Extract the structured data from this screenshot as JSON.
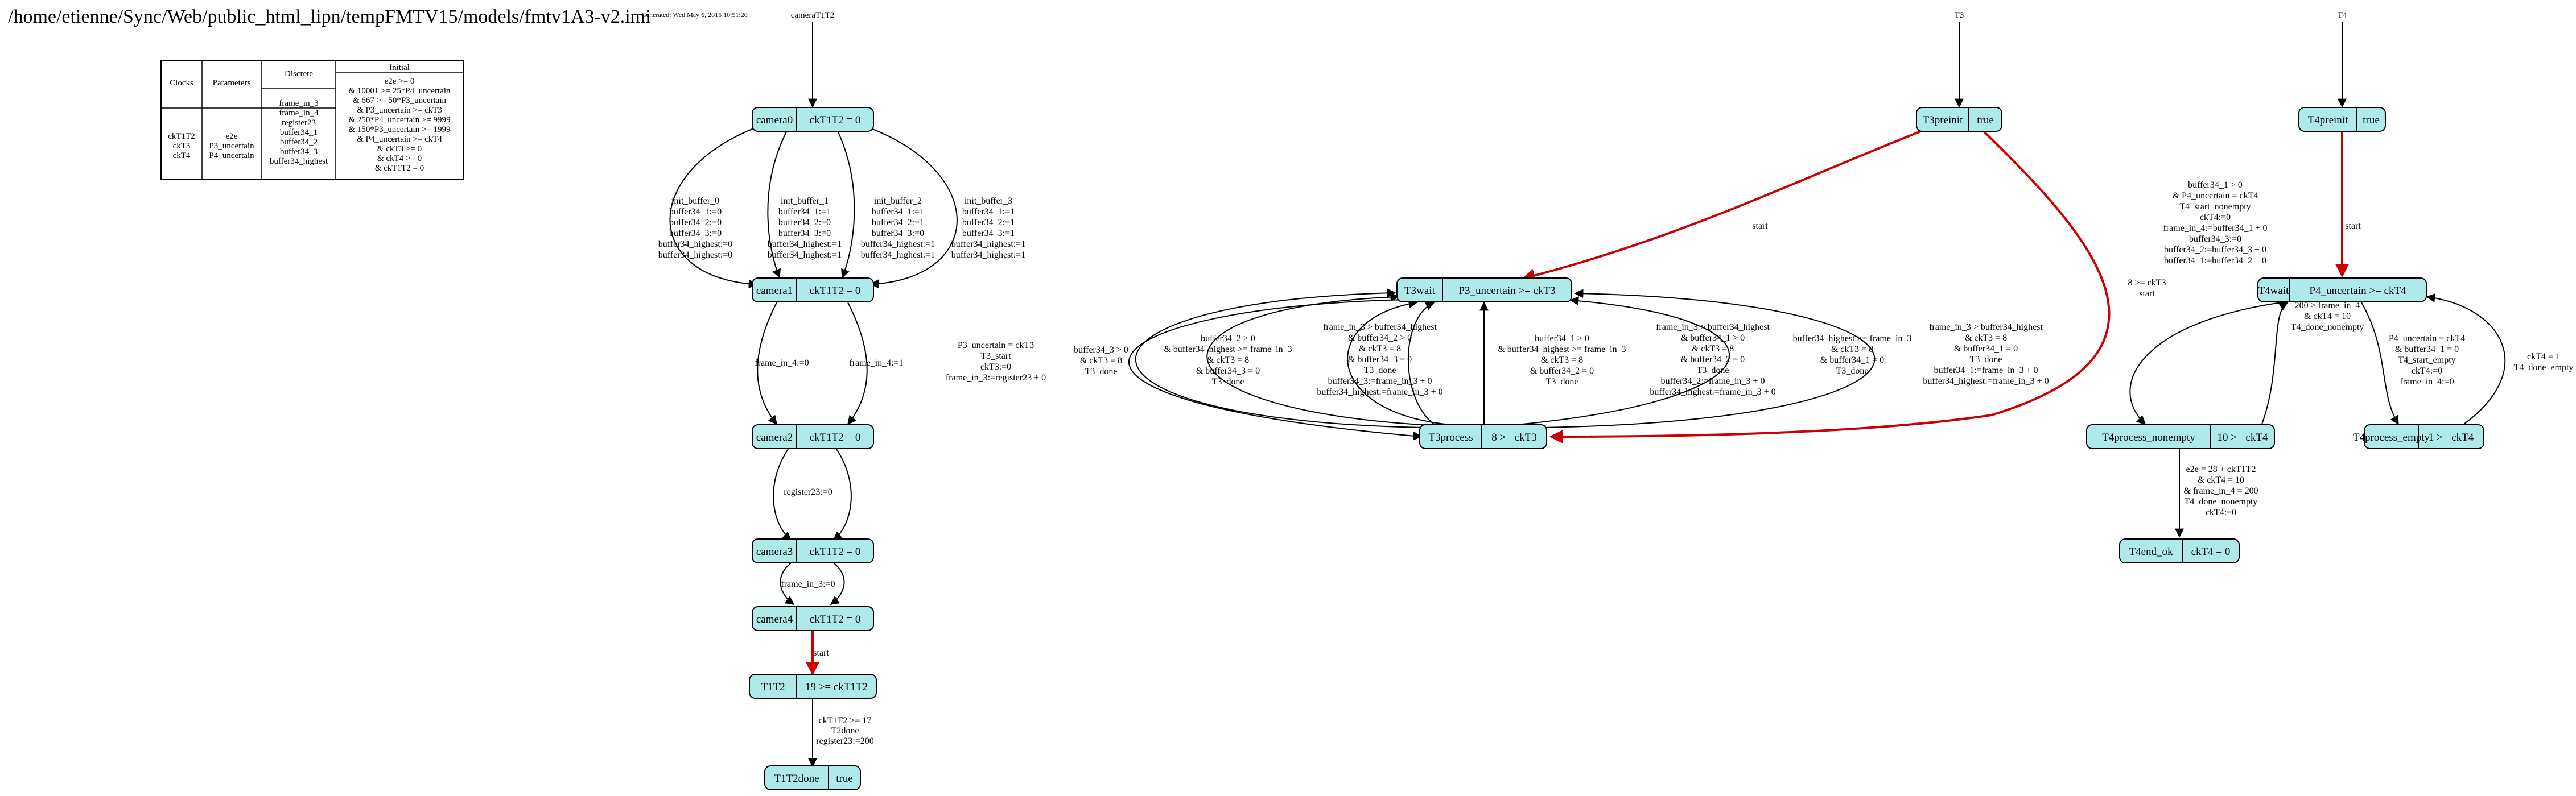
{
  "header": {
    "path": "/home/etienne/Sync/Web/public_html_lipn/tempFMTV15/models/fmtv1A3-v2.imi",
    "generated": "Generated: Wed May 6, 2015 10:51:20"
  },
  "vars_table": {
    "headers": [
      "Clocks",
      "Parameters",
      "Discrete",
      "Initial"
    ],
    "clocks": [
      "ckT1T2",
      "ckT3",
      "ckT4"
    ],
    "parameters": [
      "e2e",
      "P3_uncertain",
      "P4_uncertain"
    ],
    "discrete": [
      "frame_in_3",
      "frame_in_4",
      "register23",
      "buffer34_1",
      "buffer34_2",
      "buffer34_3",
      "buffer34_highest"
    ],
    "initial": [
      "e2e >= 0",
      "& 10001 >= 25*P4_uncertain",
      "& 667 >= 50*P3_uncertain",
      "& P3_uncertain >= ckT3",
      "& 250*P4_uncertain >= 9999",
      "& 150*P3_uncertain >= 1999",
      "& P4_uncertain >= ckT4",
      "& ckT3 >= 0",
      "& ckT4 >= 0",
      "& ckT1T2 = 0"
    ]
  },
  "automata": {
    "cameraT1T2": "cameraT1T2",
    "T3": "T3",
    "T4": "T4"
  },
  "locations": {
    "camera0": {
      "name": "camera0",
      "inv": "ckT1T2 = 0"
    },
    "camera1": {
      "name": "camera1",
      "inv": "ckT1T2 = 0"
    },
    "camera2": {
      "name": "camera2",
      "inv": "ckT1T2 = 0"
    },
    "camera3": {
      "name": "camera3",
      "inv": "ckT1T2 = 0"
    },
    "camera4": {
      "name": "camera4",
      "inv": "ckT1T2 = 0"
    },
    "T1T2": {
      "name": "T1T2",
      "inv": "19 >= ckT1T2"
    },
    "T1T2done": {
      "name": "T1T2done",
      "inv": "true"
    },
    "T3preinit": {
      "name": "T3preinit",
      "inv": "true"
    },
    "T3wait": {
      "name": "T3wait",
      "inv": "P3_uncertain >= ckT3"
    },
    "T3process": {
      "name": "T3process",
      "inv": "8 >= ckT3"
    },
    "T4preinit": {
      "name": "T4preinit",
      "inv": "true"
    },
    "T4wait": {
      "name": "T4wait",
      "inv": "P4_uncertain >= ckT4"
    },
    "T4process_nonempty": {
      "name": "T4process_nonempty",
      "inv": "10 >= ckT4"
    },
    "T4process_empty": {
      "name": "T4process_empty",
      "inv": "1 >= ckT4"
    },
    "T4end_ok": {
      "name": "T4end_ok",
      "inv": "ckT4 = 0"
    }
  },
  "edges": {
    "c0c1_a": [
      "init_buffer_0",
      "buffer34_1:=0",
      "buffer34_2:=0",
      "buffer34_3:=0",
      "buffer34_highest:=0",
      "buffer34_highest:=0"
    ],
    "c0c1_b": [
      "init_buffer_1",
      "buffer34_1:=1",
      "buffer34_2:=0",
      "buffer34_3:=0",
      "buffer34_highest:=1",
      "buffer34_highest:=1"
    ],
    "c0c1_c": [
      "init_buffer_2",
      "buffer34_1:=1",
      "buffer34_2:=1",
      "buffer34_3:=0",
      "buffer34_highest:=1",
      "buffer34_highest:=1"
    ],
    "c0c1_d": [
      "init_buffer_3",
      "buffer34_1:=1",
      "buffer34_2:=1",
      "buffer34_3:=1",
      "buffer34_highest:=1",
      "buffer34_highest:=1"
    ],
    "c1c2_a": [
      "frame_in_4:=0"
    ],
    "c1c2_b": [
      "frame_in_4:=1"
    ],
    "c2c3": [
      "register23:=0"
    ],
    "c3c4": [
      "frame_in_3:=0"
    ],
    "c4t12": [
      "start"
    ],
    "t12done": [
      "ckT1T2 >= 17",
      "T2done",
      "register23:=200"
    ],
    "t3pre_wait": [
      "start"
    ],
    "t3pre_process": [
      "8 >= ckT3",
      "start"
    ],
    "t3_e1": [
      "P3_uncertain = ckT3",
      "T3_start",
      "ckT3:=0",
      "frame_in_3:=register23 + 0"
    ],
    "t3_e2": [
      "buffer34_3 > 0",
      "& ckT3 = 8",
      "T3_done"
    ],
    "t3_e3": [
      "buffer34_2 > 0",
      "& buffer34_highest >= frame_in_3",
      "& ckT3 = 8",
      "& buffer34_3 = 0",
      "T3_done"
    ],
    "t3_e4": [
      "frame_in_3 > buffer34_highest",
      "& buffer34_2 > 0",
      "& ckT3 = 8",
      "& buffer34_3 = 0",
      "T3_done",
      "buffer34_3:=frame_in_3 + 0",
      "buffer34_highest:=frame_in_3 + 0"
    ],
    "t3_e5": [
      "buffer34_1 > 0",
      "& buffer34_highest >= frame_in_3",
      "& ckT3 = 8",
      "& buffer34_2 = 0",
      "T3_done"
    ],
    "t3_e6": [
      "frame_in_3 > buffer34_highest",
      "& buffer34_1 > 0",
      "& ckT3 = 8",
      "& buffer34_2 = 0",
      "T3_done",
      "buffer34_2:=frame_in_3 + 0",
      "buffer34_highest:=frame_in_3 + 0"
    ],
    "t3_e7": [
      "buffer34_highest >= frame_in_3",
      "& ckT3 = 8",
      "& buffer34_1 = 0",
      "T3_done"
    ],
    "t3_e8": [
      "frame_in_3 > buffer34_highest",
      "& ckT3 = 8",
      "& buffer34_1 = 0",
      "T3_done",
      "buffer34_1:=frame_in_3 + 0",
      "buffer34_highest:=frame_in_3 + 0"
    ],
    "t4pre_wait": [
      "start"
    ],
    "t4_nonempty": [
      "buffer34_1 > 0",
      "& P4_uncertain = ckT4",
      "T4_start_nonempty",
      "ckT4:=0",
      "frame_in_4:=buffer34_1 + 0",
      "buffer34_3:=0",
      "buffer34_2:=buffer34_3 + 0",
      "buffer34_1:=buffer34_2 + 0"
    ],
    "t4_back": [
      "200 > frame_in_4",
      "& ckT4 = 10",
      "T4_done_nonempty"
    ],
    "t4_empty": [
      "P4_uncertain = ckT4",
      "& buffer34_1 = 0",
      "T4_start_empty",
      "ckT4:=0",
      "frame_in_4:=0"
    ],
    "t4_empty_back": [
      "ckT4 = 1",
      "T4_done_empty"
    ],
    "t4_end": [
      "e2e = 28 + ckT1T2",
      "& ckT4 = 10",
      "& frame_in_4 = 200",
      "T4_done_nonempty",
      "ckT4:=0"
    ]
  },
  "colors": {
    "location_fill": "#aeeaea",
    "urgent_edge": "#cc0000",
    "line": "#000000"
  }
}
